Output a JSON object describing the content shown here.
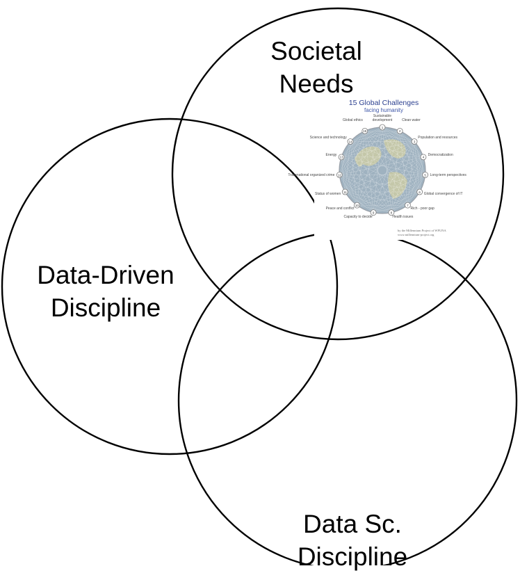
{
  "diagram": {
    "labels": {
      "societal_needs": [
        "Societal",
        "Needs"
      ],
      "data_driven": [
        "Data-Driven",
        "Discipline"
      ],
      "data_science": [
        "Data Sc.",
        "Discipline"
      ]
    },
    "colors": {
      "circle_stroke": "#000000",
      "background": "#ffffff"
    }
  },
  "inset": {
    "title": "15 Global Challenges",
    "subtitle": "facing humanity",
    "challenges": [
      "Sustainable development",
      "Clean water",
      "Population and resources",
      "Democratization",
      "Long-term perspectives",
      "Global convergence of IT",
      "Rich - poor gap",
      "Health issues",
      "Capacity to decide",
      "Peace and conflict",
      "Status of women",
      "Transnational organized crime",
      "Energy",
      "Science and technology",
      "Global ethics"
    ],
    "footer": [
      "by the Millennium Project of WFUNA",
      "www.millennium-project.org"
    ],
    "colors": {
      "title": "#2b3f8f",
      "subtitle": "#3f57a8",
      "globe_ocean": "#9fb2c0",
      "globe_land": "#c8c9a6",
      "ring": "#9aa0a8"
    }
  }
}
